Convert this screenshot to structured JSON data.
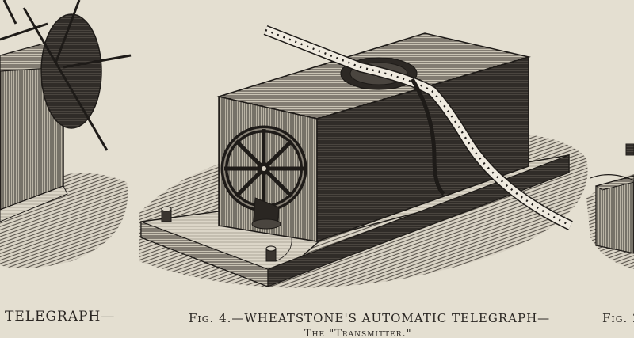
{
  "captions": {
    "left_fragment": "TELEGRAPH—",
    "main": "Fig. 4.—WHEATSTONE'S AUTOMATIC TELEGRAPH—",
    "sub": "The \"Transmitter.\"",
    "right_fragment": "Fig. 2"
  },
  "colors": {
    "paper": "#e4dfd1",
    "ink": "#2a2622"
  }
}
